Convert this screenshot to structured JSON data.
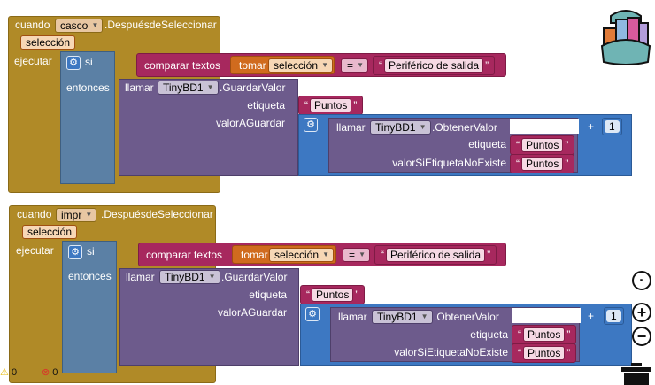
{
  "block1": {
    "when": "cuando",
    "component": "casco",
    "event": ".DespuésdeSeleccionar",
    "param": "selección",
    "do": "ejecutar",
    "if_label": "si",
    "then_label": "entonces",
    "compare": "comparar textos",
    "take": "tomar",
    "take_var": "selección",
    "op": "=",
    "compare_text": "Periférico de salida",
    "call": "llamar",
    "db": "TinyBD1",
    "store": ".GuardarValor",
    "tag_label": "etiqueta",
    "tag_value": "Puntos",
    "value_label": "valorAGuardar",
    "plus": "+",
    "get": ".ObtenerValor",
    "default_label": "valorSiEtiquetaNoExiste",
    "default_value": "Puntos",
    "number": "1"
  },
  "block2": {
    "when": "cuando",
    "component": "impr",
    "event": ".DespuésdeSeleccionar",
    "param": "selección",
    "do": "ejecutar",
    "if_label": "si",
    "then_label": "entonces",
    "compare": "comparar textos",
    "take": "tomar",
    "take_var": "selección",
    "op": "=",
    "compare_text": "Periférico de salida",
    "call": "llamar",
    "db": "TinyBD1",
    "store": ".GuardarValor",
    "tag_label": "etiqueta",
    "tag_value": "Puntos",
    "value_label": "valorAGuardar",
    "plus": "+",
    "get": ".ObtenerValor",
    "default_label": "valorSiEtiquetaNoExiste",
    "default_value": "Puntos",
    "number": "1"
  },
  "status": {
    "warnings": "0",
    "errors": "0"
  },
  "icons": {
    "backpack": "backpack-icon",
    "center": "target-icon",
    "zoom_in": "zoom-in-icon",
    "zoom_out": "zoom-out-icon",
    "trash": "trash-icon"
  }
}
